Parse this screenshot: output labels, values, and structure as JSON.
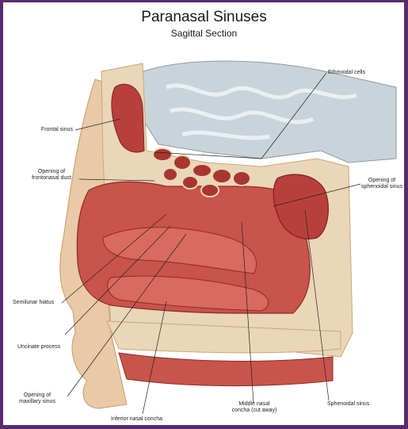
{
  "title": "Paranasal Sinuses",
  "subtitle": "Sagittal Section",
  "labels": {
    "frontal_sinus": "Frontal sinus",
    "frontonasal_1": "Opening of",
    "frontonasal_2": "frontonasal duct",
    "ethmoidal_cells": "Ethmoidal cells",
    "sphenoidal_open_1": "Opening of",
    "sphenoidal_open_2": "sphenoidal sinus",
    "semilunar_hiatus": "Semilunar hiatus",
    "uncinate_process": "Uncinate process",
    "maxillary_1": "Opening of",
    "maxillary_2": "maxillary sinus",
    "inferior_concha": "Inferior nasal concha",
    "middle_concha_1": "Middle nasal",
    "middle_concha_2": "concha (cut away)",
    "sphenoidal_sinus": "Sphenoidal sinus"
  },
  "colors": {
    "border": "#5a2a6e",
    "mucosa": "#c8544a",
    "mucosa_dark": "#8e2a26",
    "bone": "#ead6b8",
    "brain": "#c9d4da",
    "skin": "#e9c9a6"
  }
}
